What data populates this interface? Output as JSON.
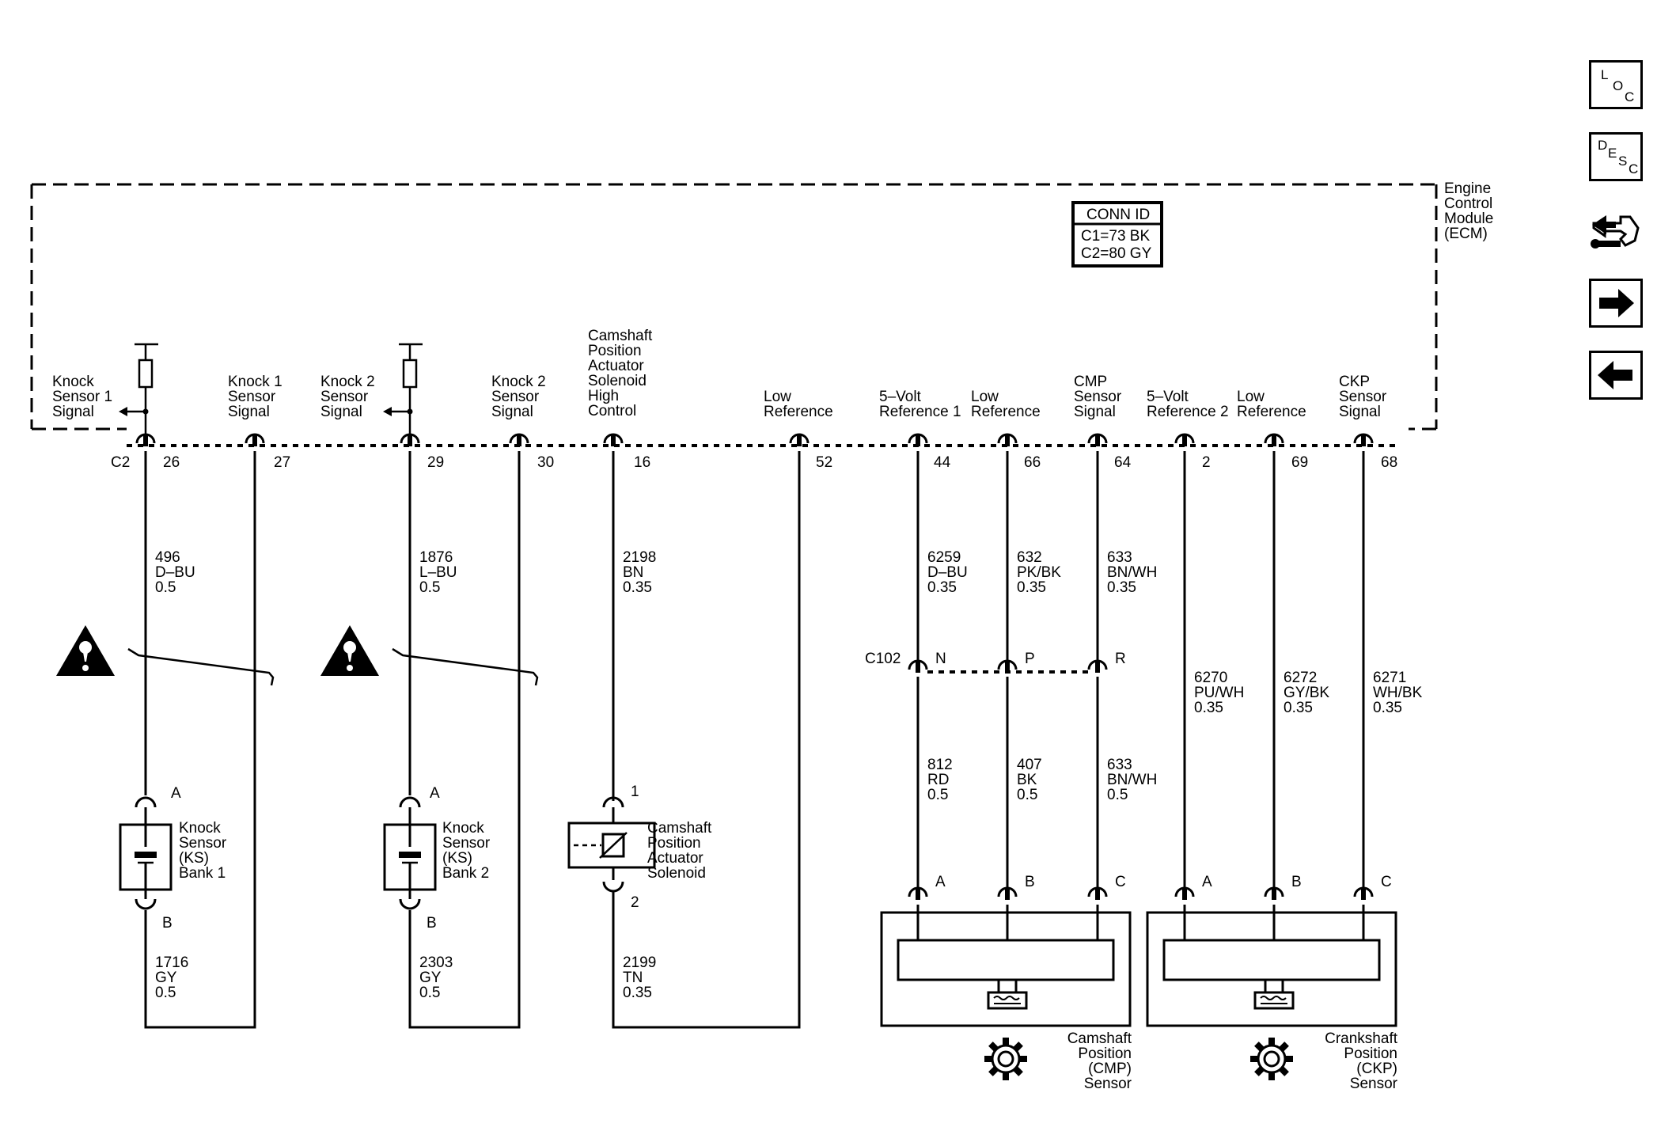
{
  "side_buttons": {
    "loc": [
      "L",
      "O",
      "C"
    ],
    "desc": [
      "D",
      "E",
      "S",
      "C"
    ]
  },
  "ecm": {
    "module_label": [
      "Engine",
      "Control",
      "Module",
      "(ECM)"
    ],
    "conn_id": {
      "title": "CONN ID",
      "c1": "C1=73 BK",
      "c2": "C2=80 GY"
    },
    "connector": "C2",
    "inline_connector": "C102"
  },
  "pins": [
    {
      "label": [
        "Knock",
        "Sensor 1",
        "Signal"
      ],
      "num": "26"
    },
    {
      "label": [
        "Knock 1",
        "Sensor",
        "Signal"
      ],
      "num": "27"
    },
    {
      "label": [
        "Knock 2",
        "Sensor",
        "Signal"
      ],
      "num": "29"
    },
    {
      "label": [
        "Knock 2",
        "Sensor",
        "Signal"
      ],
      "num": "30"
    },
    {
      "label": [
        "Camshaft",
        "Position",
        "Actuator",
        "Solenoid",
        "High",
        "Control"
      ],
      "num": "16"
    },
    {
      "label": [
        "Low",
        "Reference"
      ],
      "num": "52"
    },
    {
      "label": [
        "5–Volt",
        "Reference 1"
      ],
      "num": "44"
    },
    {
      "label": [
        "Low",
        "Reference"
      ],
      "num": "66"
    },
    {
      "label": [
        "CMP",
        "Sensor",
        "Signal"
      ],
      "num": "64"
    },
    {
      "label": [
        "5–Volt",
        "Reference 2"
      ],
      "num": "2"
    },
    {
      "label": [
        "Low",
        "Reference"
      ],
      "num": "69"
    },
    {
      "label": [
        "CKP",
        "Sensor",
        "Signal"
      ],
      "num": "68"
    }
  ],
  "wires": {
    "w496": [
      "496",
      "D–BU",
      "0.5"
    ],
    "w1876": [
      "1876",
      "L–BU",
      "0.5"
    ],
    "w2198": [
      "2198",
      "BN",
      "0.35"
    ],
    "w6259": [
      "6259",
      "D–BU",
      "0.35"
    ],
    "w632": [
      "632",
      "PK/BK",
      "0.35"
    ],
    "w633a": [
      "633",
      "BN/WH",
      "0.35"
    ],
    "w6270": [
      "6270",
      "PU/WH",
      "0.35"
    ],
    "w6272": [
      "6272",
      "GY/BK",
      "0.35"
    ],
    "w6271": [
      "6271",
      "WH/BK",
      "0.35"
    ],
    "w812": [
      "812",
      "RD",
      "0.5"
    ],
    "w407": [
      "407",
      "BK",
      "0.5"
    ],
    "w633b": [
      "633",
      "BN/WH",
      "0.5"
    ],
    "w1716": [
      "1716",
      "GY",
      "0.5"
    ],
    "w2303": [
      "2303",
      "GY",
      "0.5"
    ],
    "w2199": [
      "2199",
      "TN",
      "0.35"
    ]
  },
  "c102_pins": [
    "N",
    "P",
    "R"
  ],
  "components": {
    "ks1": {
      "label": [
        "Knock",
        "Sensor",
        "(KS)",
        "Bank 1"
      ],
      "pin_a": "A",
      "pin_b": "B"
    },
    "ks2": {
      "label": [
        "Knock",
        "Sensor",
        "(KS)",
        "Bank 2"
      ],
      "pin_a": "A",
      "pin_b": "B"
    },
    "solenoid": {
      "label": [
        "Camshaft",
        "Position",
        "Actuator",
        "Solenoid"
      ],
      "pin_1": "1",
      "pin_2": "2"
    },
    "cmp": {
      "label": [
        "Camshaft",
        "Position",
        "(CMP)",
        "Sensor"
      ],
      "pins": [
        "A",
        "B",
        "C"
      ]
    },
    "ckp": {
      "label": [
        "Crankshaft",
        "Position",
        "(CKP)",
        "Sensor"
      ],
      "pins": [
        "A",
        "B",
        "C"
      ]
    }
  }
}
